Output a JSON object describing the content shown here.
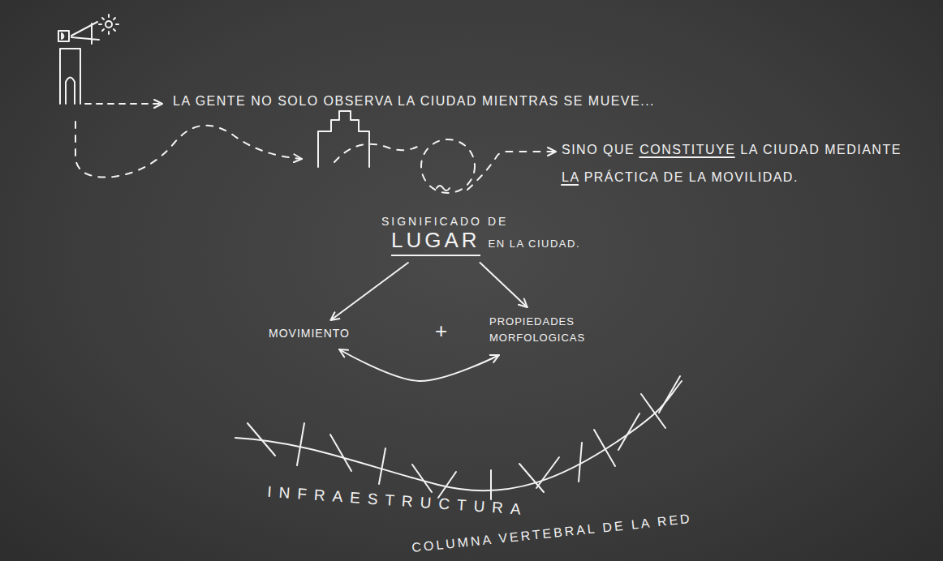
{
  "diagram": {
    "nodes": [
      {
        "text": [
          "SIGNIFICADO DE",
          "LUGAR",
          "EN LA CIUDAD."
        ]
      },
      {
        "text": [
          "MOVIMIENTO"
        ]
      },
      {
        "text": [
          "PROPIEDADES MORFOLOGICAS"
        ]
      }
    ],
    "edges": [
      {
        "from": 0,
        "to": 1,
        "arrow": "to"
      },
      {
        "from": 0,
        "to": 2,
        "arrow": "to"
      },
      {
        "from": 1,
        "to": 2,
        "arrow": "both"
      }
    ],
    "labels": [
      "LA GENTE NO SOLO OBSERVA LA CIUDAD MIENTRAS SE MUEVE...",
      "SINO QUE CONSTITUYE LA CIUDAD MEDIANTE LA PRÁCTICA DE LA MOVILIDAD.",
      "+",
      "INFRAESTRUCTURA",
      "COLUMNA VERTEBRAL DE LA RED"
    ]
  }
}
